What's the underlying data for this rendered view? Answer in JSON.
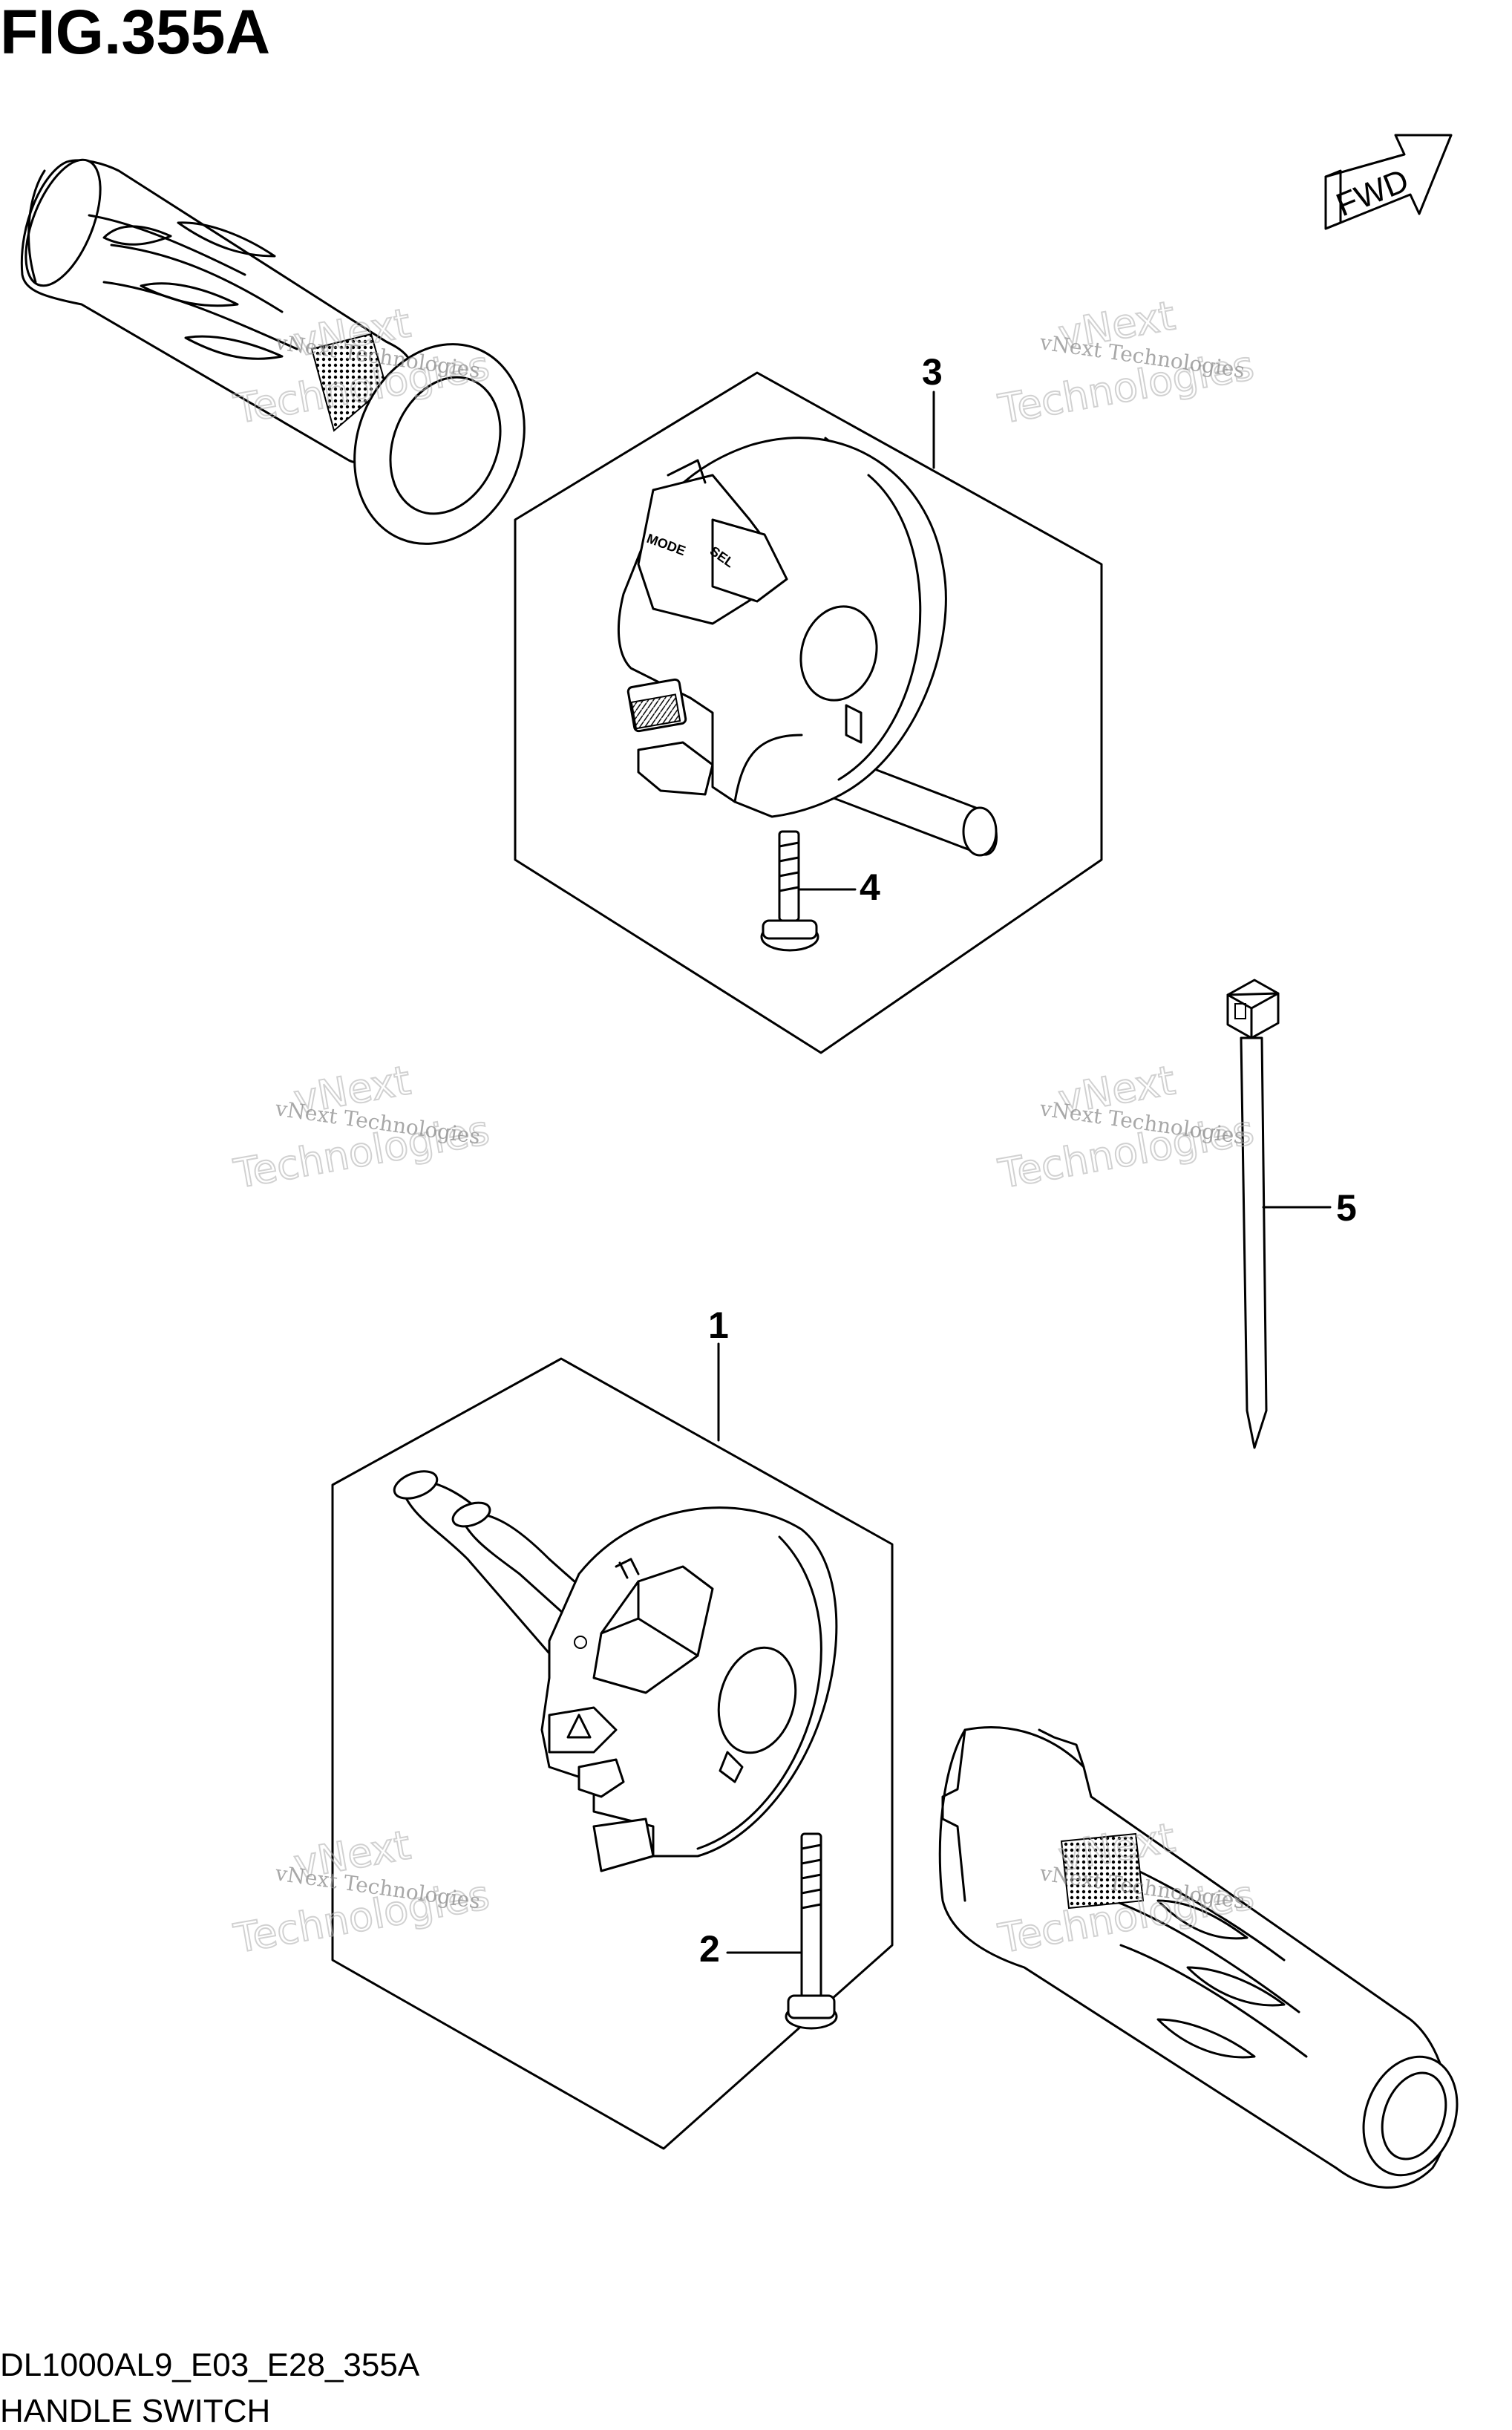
{
  "figure": {
    "title": "FIG.355A",
    "code": "DL1000AL9_E03_E28_355A",
    "name": "HANDLE SWITCH"
  },
  "direction_label": "FWD",
  "callouts": [
    "1",
    "2",
    "3",
    "4",
    "5"
  ],
  "switch_labels": {
    "mode": "MODE",
    "sel": "SEL"
  },
  "watermark": {
    "line1": "vNext Technologies",
    "line2": "Technologies",
    "line3": "vNext"
  }
}
